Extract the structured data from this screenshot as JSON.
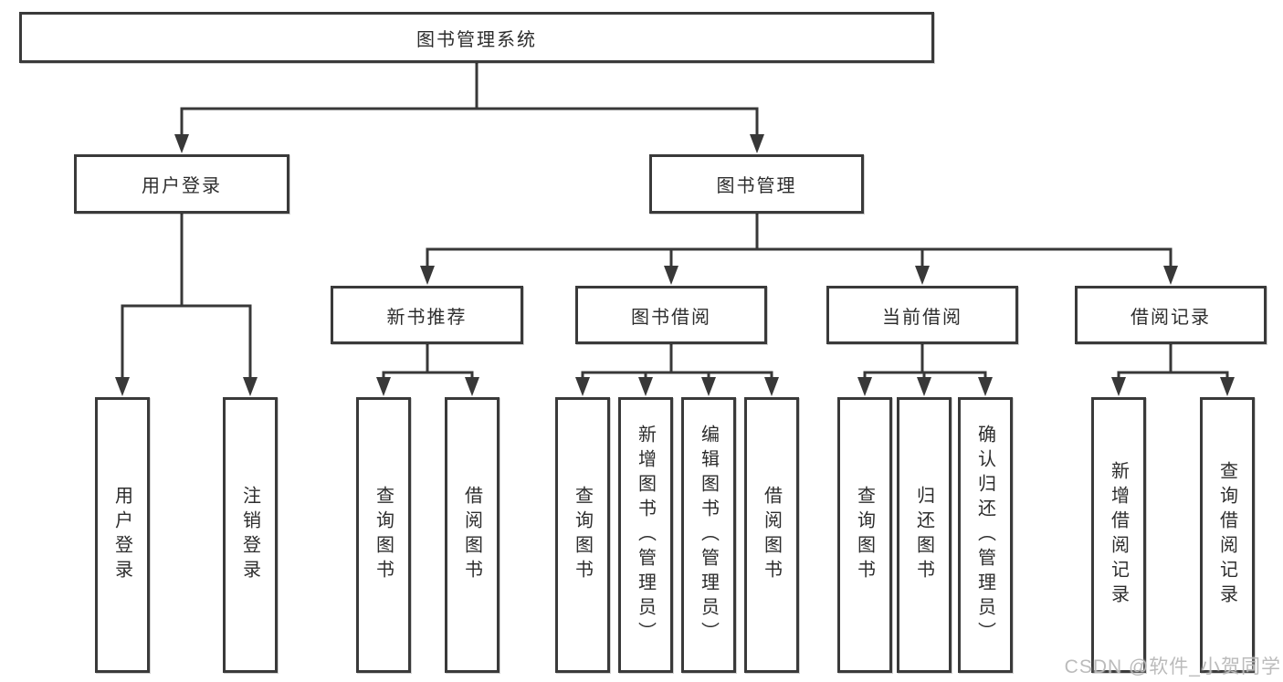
{
  "tree": {
    "label": "图书管理系统",
    "children": [
      {
        "label": "用户登录",
        "children": [
          {
            "label": "用户登录"
          },
          {
            "label": "注销登录"
          }
        ]
      },
      {
        "label": "图书管理",
        "children": [
          {
            "label": "新书推荐",
            "children": [
              {
                "label": "查询图书"
              },
              {
                "label": "借阅图书"
              }
            ]
          },
          {
            "label": "图书借阅",
            "children": [
              {
                "label": "查询图书"
              },
              {
                "label": "新增图书（管理员）"
              },
              {
                "label": "编辑图书（管理员）"
              },
              {
                "label": "借阅图书"
              }
            ]
          },
          {
            "label": "当前借阅",
            "children": [
              {
                "label": "查询图书"
              },
              {
                "label": "归还图书"
              },
              {
                "label": "确认归还（管理员）"
              }
            ]
          },
          {
            "label": "借阅记录",
            "children": [
              {
                "label": "新增借阅记录"
              },
              {
                "label": "查询借阅记录"
              }
            ]
          }
        ]
      }
    ]
  },
  "watermark": {
    "text": "CSDN @软件_小贺同学"
  },
  "colors": {
    "line": "#383838",
    "box_border": "#3a3a3a",
    "text": "#2d2d2d",
    "watermark": "#b7b7b7",
    "background": "#ffffff"
  }
}
